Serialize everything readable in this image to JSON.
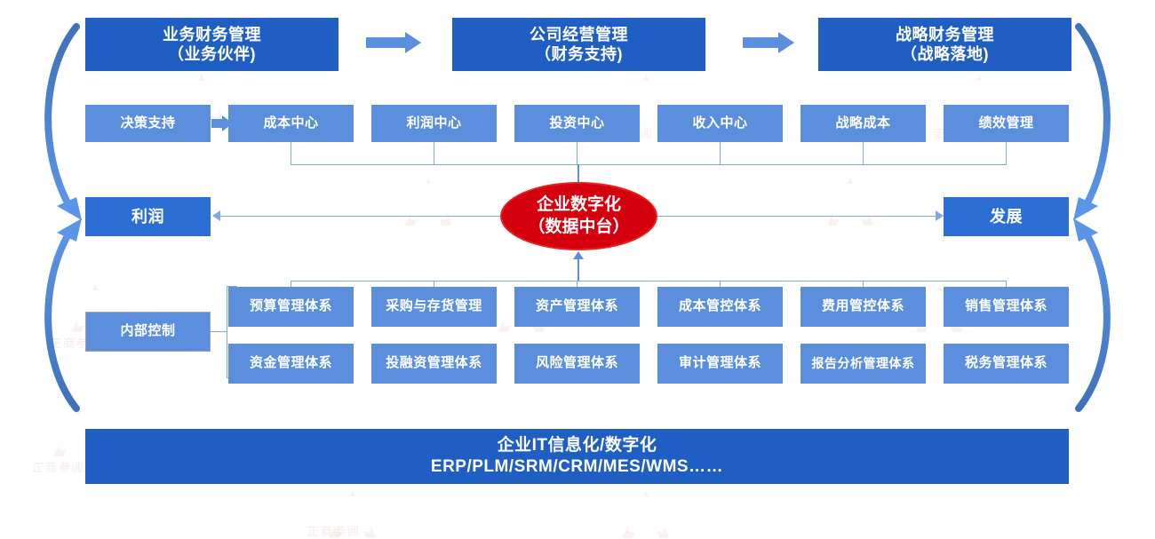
{
  "diagram": {
    "title_row": [
      {
        "name": "business-finance",
        "line1": "业务财务管理",
        "line2": "（业务伙伴)"
      },
      {
        "name": "company-operation",
        "line1": "公司经营管理",
        "line2": "（财务支持)"
      },
      {
        "name": "strategic-finance",
        "line1": "战略财务管理",
        "line2": "（战略落地)"
      }
    ],
    "center_row": [
      {
        "name": "decision-support",
        "label": "决策支持"
      },
      {
        "name": "cost-center",
        "label": "成本中心"
      },
      {
        "name": "profit-center",
        "label": "利润中心"
      },
      {
        "name": "investment-center",
        "label": "投资中心"
      },
      {
        "name": "revenue-center",
        "label": "收入中心"
      },
      {
        "name": "strategic-cost",
        "label": "战略成本"
      },
      {
        "name": "performance-management",
        "label": "绩效管理"
      }
    ],
    "hub": {
      "name": "enterprise-digitalization",
      "line1": "企业数字化",
      "line2": "（数据中台）"
    },
    "left_outcome": {
      "name": "profit",
      "label": "利润"
    },
    "right_outcome": {
      "name": "development",
      "label": "发展"
    },
    "internal_control": {
      "name": "internal-control",
      "label": "内部控制"
    },
    "systems_row_1": [
      {
        "name": "budget-system",
        "label": "预算管理体系"
      },
      {
        "name": "procurement-inventory-system",
        "label": "采购与存货管理"
      },
      {
        "name": "asset-system",
        "label": "资产管理体系"
      },
      {
        "name": "cost-control-system",
        "label": "成本管控体系"
      },
      {
        "name": "expense-control-system",
        "label": "费用管控体系"
      },
      {
        "name": "sales-system",
        "label": "销售管理体系"
      }
    ],
    "systems_row_2": [
      {
        "name": "treasury-system",
        "label": "资金管理体系"
      },
      {
        "name": "investment-financing-system",
        "label": "投融资管理体系"
      },
      {
        "name": "risk-system",
        "label": "风险管理体系"
      },
      {
        "name": "audit-system",
        "label": "审计管理体系"
      },
      {
        "name": "reporting-analysis-system",
        "label": "报告分析管理体系"
      },
      {
        "name": "tax-system",
        "label": "税务管理体系"
      }
    ],
    "footer": {
      "name": "it-platform",
      "line1": "企业IT信息化/数字化",
      "line2": "ERP/PLM/SRM/CRM/MES/WMS……"
    }
  },
  "watermarks": {
    "text": "正商参阅"
  },
  "colors": {
    "dark_blue": "#1F5FC4",
    "mid_blue": "#2B6FD4",
    "light_blue": "#5B8FDE",
    "line_blue": "#7EA9E8",
    "hub_red": "#D4000E",
    "hub_red_border": "#E8221F",
    "text_white": "#FFFFFF",
    "background": "#FFFFFF"
  }
}
